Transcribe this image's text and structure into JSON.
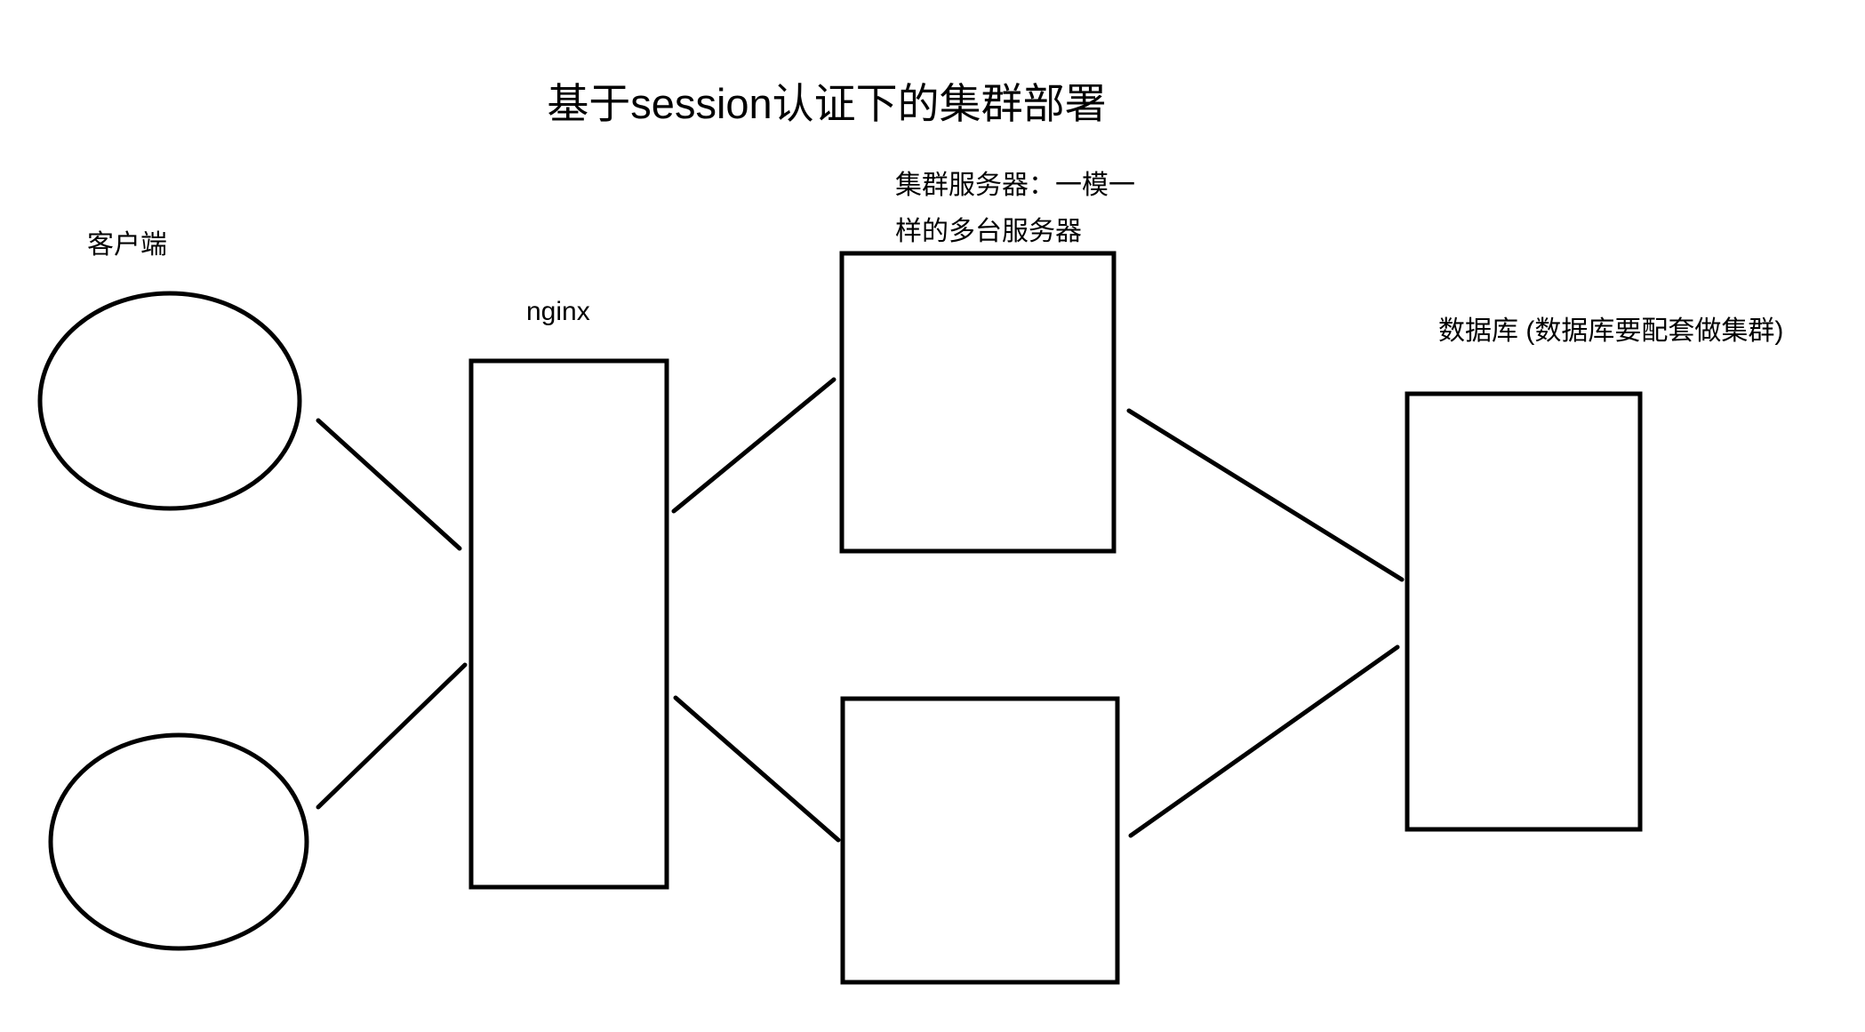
{
  "diagram": {
    "title": "基于session认证下的集群部署",
    "labels": {
      "client": "客户端",
      "nginx": "nginx",
      "cluster_line1": "集群服务器：一模一",
      "cluster_line2": "样的多台服务器",
      "database": "数据库 (数据库要配套做集群)"
    },
    "colors": {
      "stroke": "#000000",
      "background": "#ffffff",
      "text": "#000000"
    }
  }
}
